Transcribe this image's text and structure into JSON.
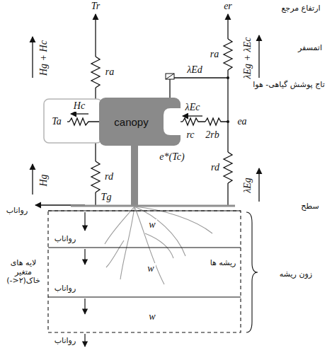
{
  "diagram": {
    "nodes": [
      {
        "text": [
          "canopy"
        ]
      }
    ],
    "labels": [
      "ارتفاع مرجع",
      "Tr",
      "er",
      "اتمسفر",
      "Hg + Hc",
      "ra",
      "λEg + λEc",
      "ra",
      "λEd",
      "تاج پوشش گیاهی- هوا",
      "Ta",
      "Hc",
      "λEc",
      "rc",
      "2rb",
      "ea",
      "e*(Tc)",
      "Hg",
      "rd",
      "Tg",
      "رواناب",
      "rd",
      "λEg",
      "سطح",
      "w",
      "رواناب",
      "w",
      "ریشه ها",
      "لایه های متغیر خاک(۲<-)",
      "زون ریشه",
      "رواناب",
      "w",
      "رواناب"
    ]
  }
}
